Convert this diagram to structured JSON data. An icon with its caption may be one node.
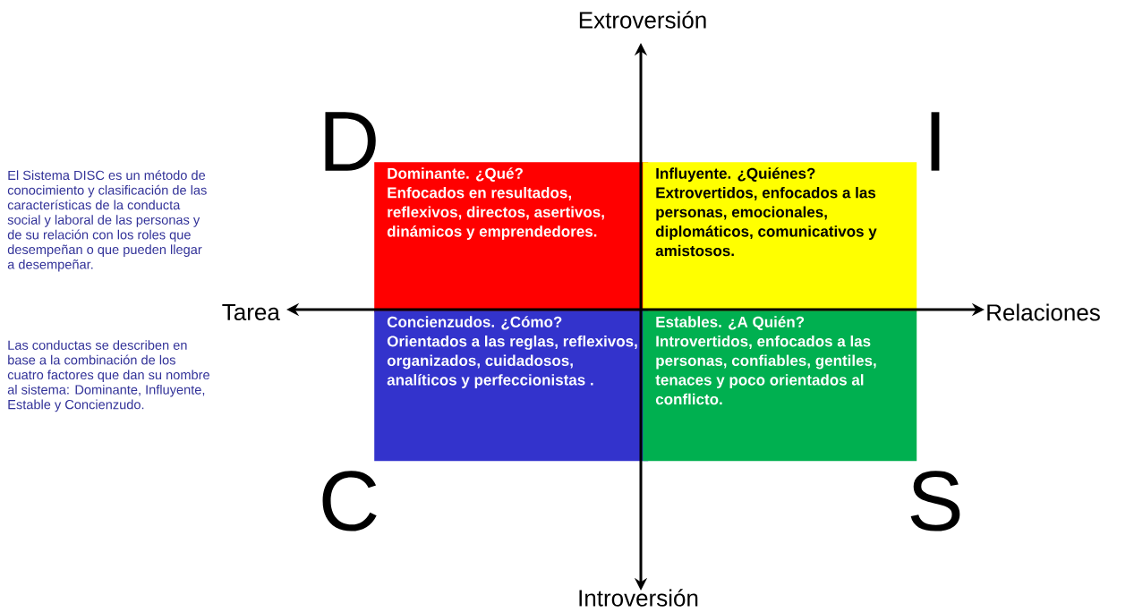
{
  "diagram": {
    "nodes": [
      {
        "text": [
          "Dominante.  ¿Qué?",
          "Enfocados en resultados, reflexivos, directos, asertivos, dinámicos y emprendedores."
        ]
      },
      {
        "text": [
          "Influyente.  ¿Quiénes?",
          "Extrovertidos, enfocados a las personas, emocionales, diplomáticos, comunicativos y amistosos."
        ]
      },
      {
        "text": [
          "Concienzudos.  ¿Cómo?",
          "Orientados a las reglas, reflexivos,  organizados, cuidadosos, analíticos y perfeccionistas ."
        ]
      },
      {
        "text": [
          "Estables.  ¿A Quién?",
          "Introvertidos, enfocados a las personas, confiables, gentiles, tenaces y poco orientados al conflicto."
        ]
      }
    ],
    "labels": [
      "Extroversión",
      "D",
      "I",
      "El Sistema DISC es un método de conocimiento y clasificación de las características de la conducta social y laboral de las personas y de su relación con los roles que desempeñan o que pueden llegar a desempeñar.",
      "Las conductas se describen en base a la combinación de los cuatro factores que dan su nombre al sistema: Dominante, Influyente, Estable y Concienzudo.",
      "Tarea",
      "Relaciones",
      "C",
      "S",
      "Introversión"
    ]
  }
}
